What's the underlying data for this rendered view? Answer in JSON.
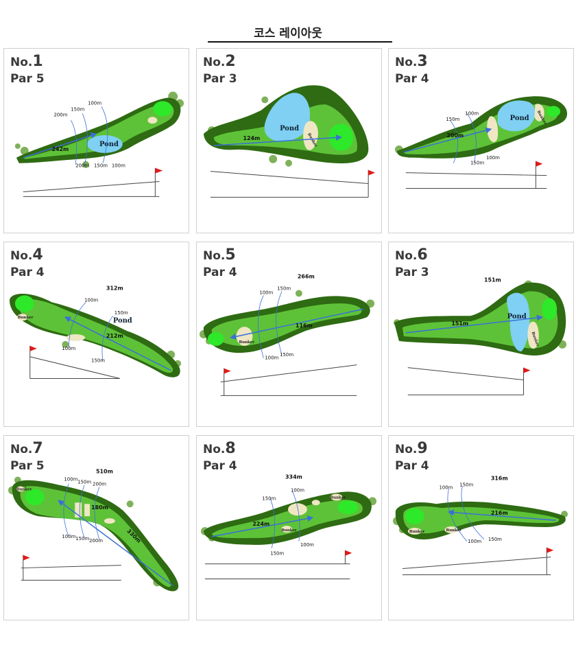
{
  "page": {
    "title": "코스 레이아웃"
  },
  "holes": [
    {
      "no_prefix": "No.",
      "number": "1",
      "par": "Par 5",
      "markers": [
        "100m",
        "150m",
        "200m",
        "200m",
        "150m",
        "100m"
      ],
      "dist_label": "242m",
      "pond_label": "Pond"
    },
    {
      "no_prefix": "No.",
      "number": "2",
      "par": "Par 3",
      "dist_label": "124m",
      "pond_label": "Pond",
      "bunker_label": "Bunker"
    },
    {
      "no_prefix": "No.",
      "number": "3",
      "par": "Par 4",
      "markers": [
        "100m",
        "150m",
        "150m",
        "100m"
      ],
      "dist_label": "200m",
      "pond_label": "Pond",
      "bunker_label": "Bunker"
    },
    {
      "no_prefix": "No.",
      "number": "4",
      "par": "Par 4",
      "total": "312m",
      "markers": [
        "100m",
        "150m",
        "100m",
        "150m"
      ],
      "dist_label": "212m",
      "pond_label": "Pond",
      "bunker_label": "Bunker"
    },
    {
      "no_prefix": "No.",
      "number": "5",
      "par": "Par 4",
      "total": "266m",
      "markers": [
        "100m",
        "150m",
        "100m",
        "150m"
      ],
      "dist_label": "116m",
      "bunker_label": "Bunker"
    },
    {
      "no_prefix": "No.",
      "number": "6",
      "par": "Par 3",
      "total": "151m",
      "dist_label": "151m",
      "pond_label": "Pond",
      "bunker_label": "Bunker"
    },
    {
      "no_prefix": "No.",
      "number": "7",
      "par": "Par 5",
      "total": "510m",
      "markers": [
        "100m",
        "150m",
        "200m",
        "100m",
        "150m",
        "200m"
      ],
      "dist_label": "180m",
      "dist_label_2": "330m",
      "bunker_label": "Bunker"
    },
    {
      "no_prefix": "No.",
      "number": "8",
      "par": "Par 4",
      "total": "334m",
      "markers": [
        "150m",
        "100m",
        "150m",
        "100m"
      ],
      "dist_label": "224m",
      "bunker_label": "Bunker"
    },
    {
      "no_prefix": "No.",
      "number": "9",
      "par": "Par 4",
      "total": "316m",
      "markers": [
        "100m",
        "150m",
        "100m",
        "150m"
      ],
      "dist_label": "216m",
      "bunker_label": "Bunker"
    }
  ],
  "colors": {
    "rough": "#2e6b12",
    "fairway": "#5ec238",
    "green": "#2ee82a",
    "water": "#7fd0f2",
    "sand": "#efe6c4",
    "trees": "#7fb15a",
    "arrow": "#3a6fd8",
    "flag": "#e11a1a"
  }
}
